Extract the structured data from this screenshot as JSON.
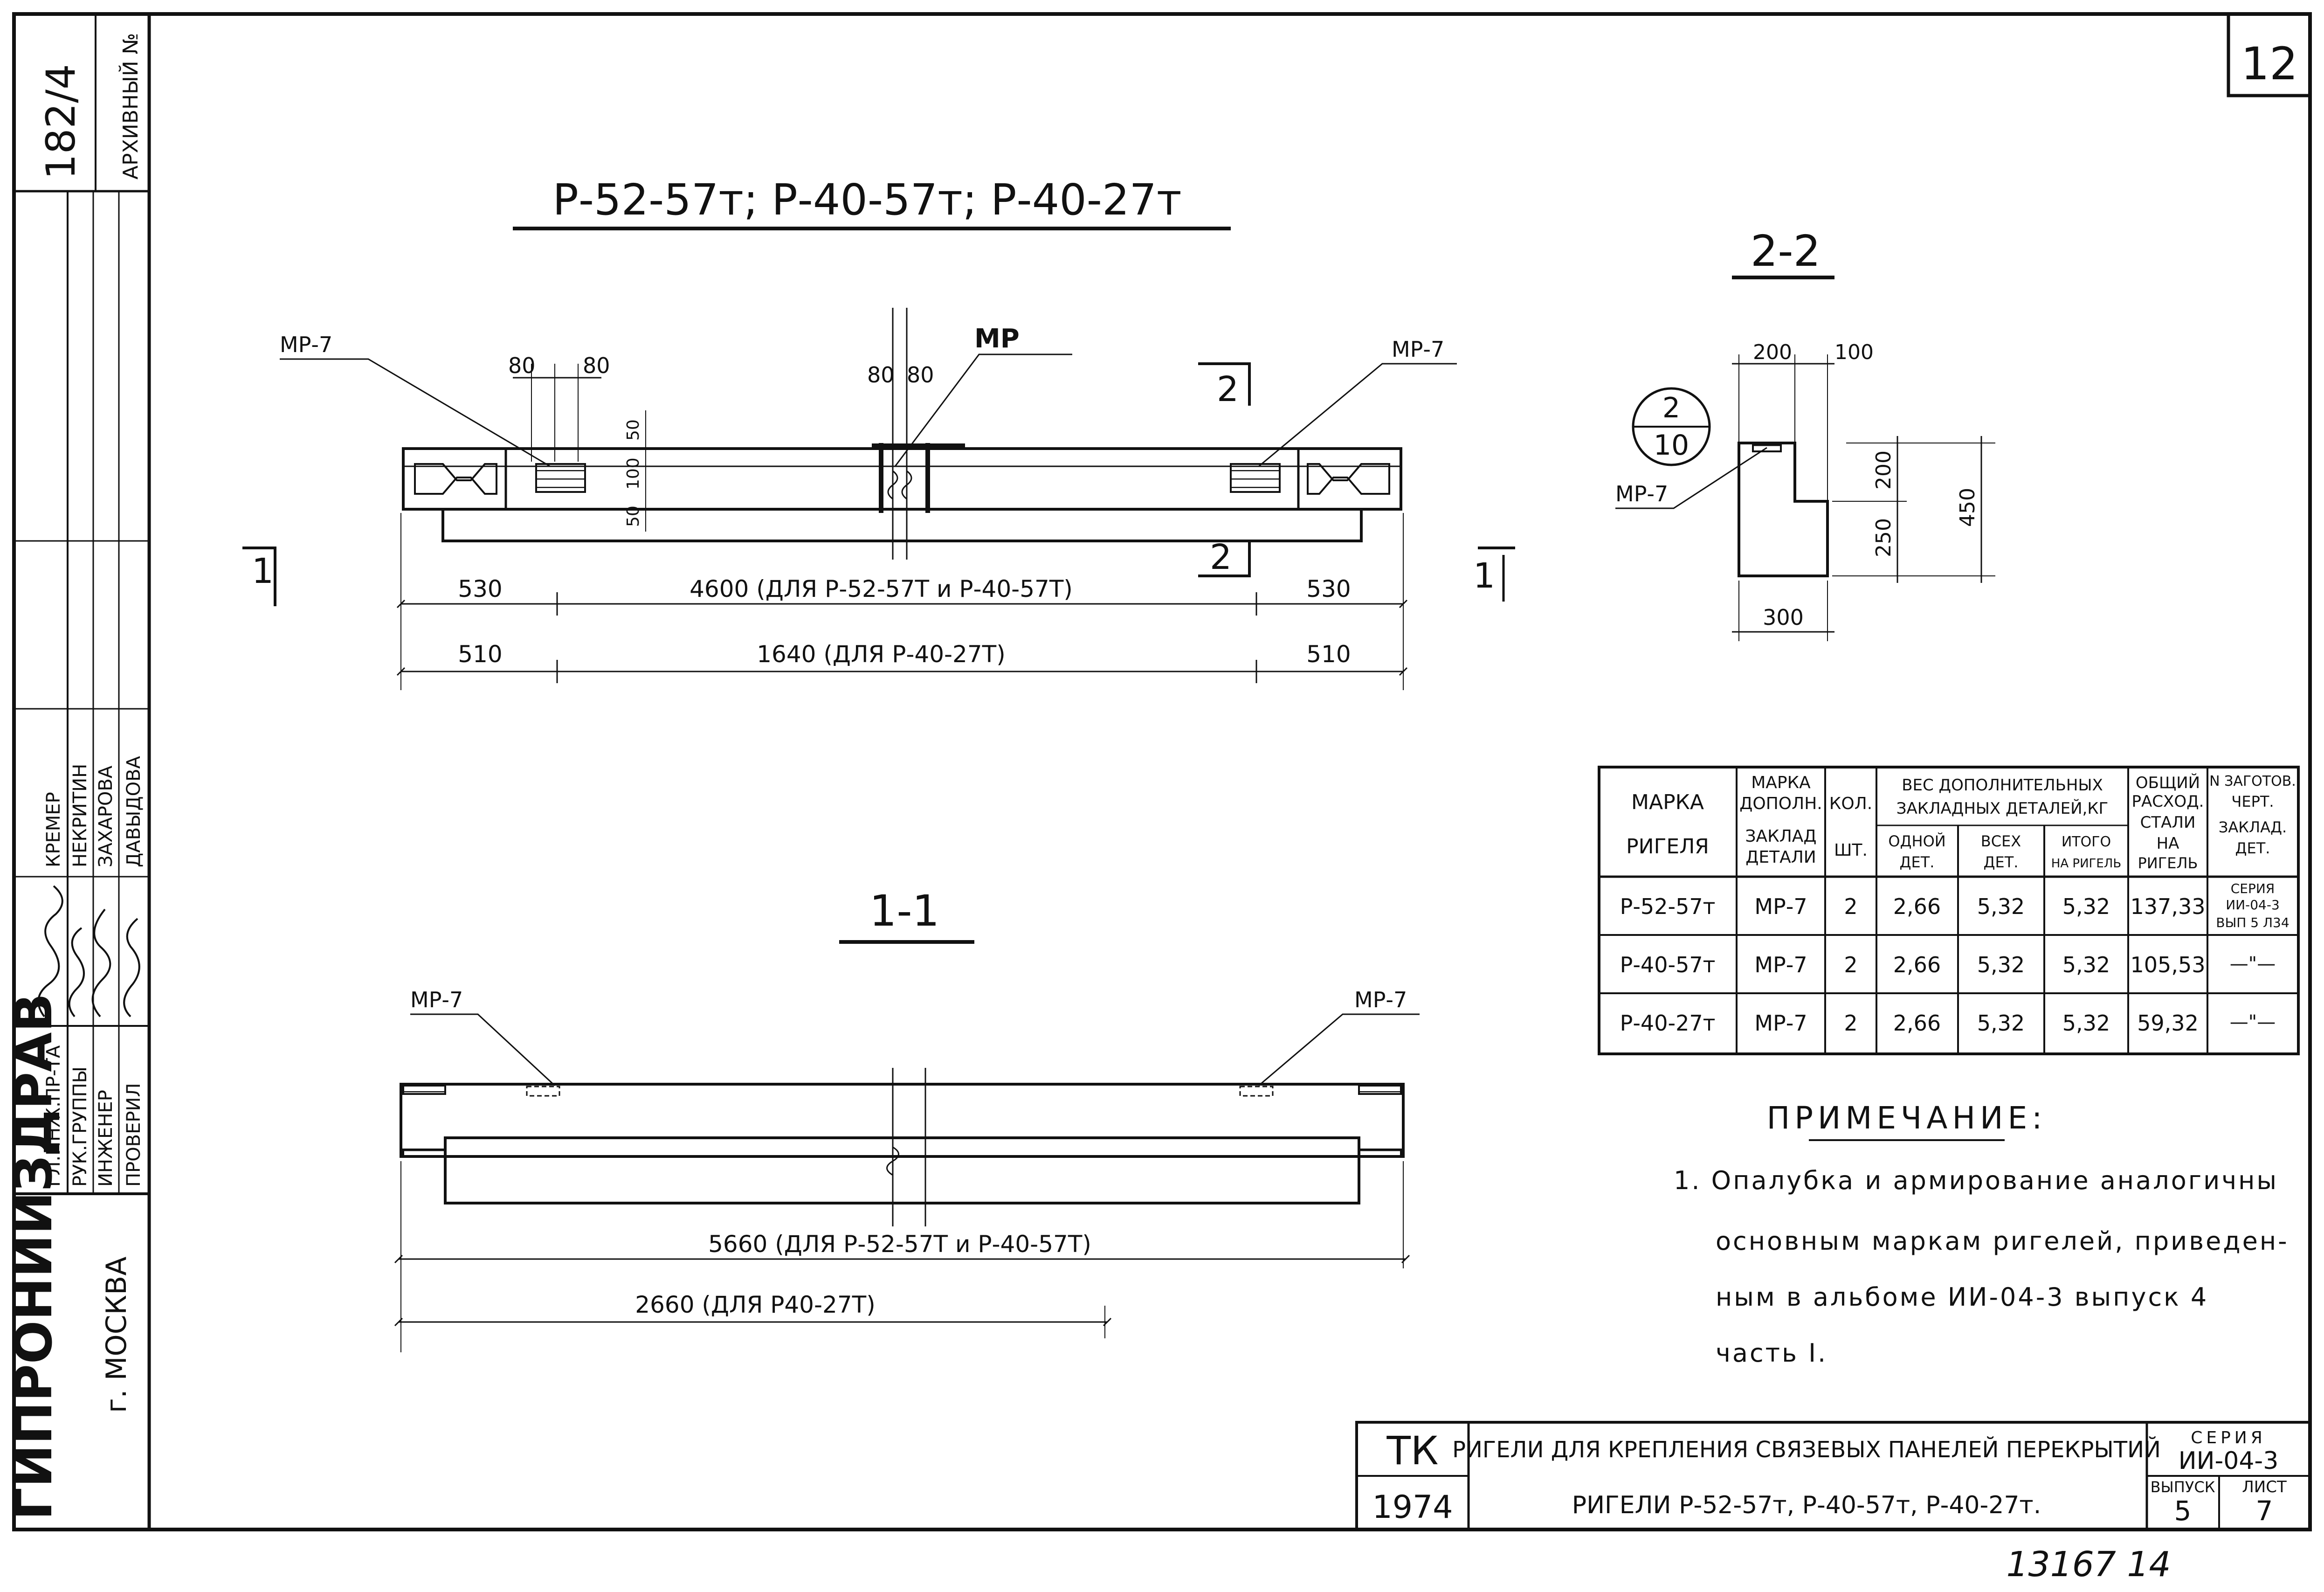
{
  "sheet": {
    "number": "12",
    "archive_no": "182/4",
    "archive_label": "АРХИВНЫЙ №",
    "bottom_note": "13167 14"
  },
  "title_main": "Р-52-57т; Р-40-57т; Р-40-27т",
  "elevation": {
    "labels": {
      "mp7_left": "МР-7",
      "mp7_right": "МР-7",
      "mp_center": "МР",
      "cut1_left": "1",
      "cut1_right": "1",
      "cut2_top": "2",
      "cut2_bottom": "2"
    },
    "dims": {
      "d80a": "80",
      "d80b": "80",
      "d80c": "80",
      "d80d": "80",
      "d50a": "50",
      "d100": "100",
      "d50b": "50",
      "row1_left": "530",
      "row1_mid": "4600 (ДЛЯ Р-52-57Т и Р-40-57Т)",
      "row1_right": "530",
      "row2_left": "510",
      "row2_mid": "1640 (ДЛЯ Р-40-27Т)",
      "row2_right": "510"
    }
  },
  "section22": {
    "title": "2-2",
    "callout_top": "2",
    "callout_bottom": "10",
    "mp7": "МР-7",
    "dim_200_top": "200",
    "dim_100_top": "100",
    "dim_200_side": "200",
    "dim_250": "250",
    "dim_450": "450",
    "dim_300": "300"
  },
  "section11": {
    "title": "1-1",
    "mp7_left": "МР-7",
    "mp7_right": "МР-7",
    "dim_5660": "5660 (ДЛЯ Р-52-57Т и Р-40-57Т)",
    "dim_2660": "2660 (ДЛЯ Р40-27Т)"
  },
  "table": {
    "headers": {
      "marka_1": "МАРКА",
      "marka_2": "РИГЕЛЯ",
      "dop_1": "МАРКА",
      "dop_2": "ДОПОЛН.",
      "dop_3": "ЗАКЛАД",
      "dop_4": "ДЕТАЛИ",
      "kol_1": "КОЛ.",
      "kol_2": "ШТ.",
      "ves_1": "ВЕС ДОПОЛНИТЕЛЬНЫХ",
      "ves_2": "ЗАКЛАДНЫХ ДЕТАЛЕЙ,КГ",
      "odnoy_1": "ОДНОЙ",
      "odnoy_2": "ДЕТ.",
      "vseh_1": "ВСЕХ",
      "vseh_2": "ДЕТ.",
      "itogo_1": "ИТОГО",
      "itogo_2": "НА РИГЕЛЬ",
      "obsh_1": "ОБЩИЙ",
      "obsh_2": "РАСХОД.",
      "obsh_3": "СТАЛИ",
      "obsh_4": "НА",
      "obsh_5": "РИГЕЛЬ",
      "nzag_1": "N ЗАГОТОВ.",
      "nzag_2": "ЧЕРТ.",
      "nzag_3": "ЗАКЛАД.",
      "nzag_4": "ДЕТ."
    },
    "rows": [
      {
        "marka": "Р-52-57т",
        "dop": "МР-7",
        "kol": "2",
        "one": "2,66",
        "all": "5,32",
        "total": "5,32",
        "steel": "137,33",
        "ref_1": "СЕРИЯ",
        "ref_2": "ИИ-04-3",
        "ref_3": "ВЫП 5 Л34"
      },
      {
        "marka": "Р-40-57т",
        "dop": "МР-7",
        "kol": "2",
        "one": "2,66",
        "all": "5,32",
        "total": "5,32",
        "steel": "105,53",
        "ref_1": "—\"—",
        "ref_2": "",
        "ref_3": ""
      },
      {
        "marka": "Р-40-27т",
        "dop": "МР-7",
        "kol": "2",
        "one": "2,66",
        "all": "5,32",
        "total": "5,32",
        "steel": "59,32",
        "ref_1": "—\"—",
        "ref_2": "",
        "ref_3": ""
      }
    ]
  },
  "note": {
    "title": "ПРИМЕЧАНИЕ:",
    "line1": "1. Опалубка и армирование аналогичны",
    "line2": "основным маркам ригелей, приведен-",
    "line3": "ным в альбоме ИИ-04-3 выпуск 4",
    "line4": "часть I."
  },
  "stamp": {
    "tk": "ТК",
    "year": "1974",
    "title1": "РИГЕЛИ ДЛЯ КРЕПЛЕНИЯ СВЯЗЕВЫХ ПАНЕЛЕЙ ПЕРЕКРЫТИЙ",
    "title2": "РИГЕЛИ Р-52-57т, Р-40-57т, Р-40-27т.",
    "seria_label": "СЕРИЯ",
    "seria_value": "ИИ-04-3",
    "vypusk_label": "ВЫПУСК",
    "vypusk_value": "5",
    "list_label": "ЛИСТ",
    "list_value": "7"
  },
  "side_stamp": {
    "org": "ГИПРОНИИЗДРАВ",
    "city": "г. МОСКВА",
    "roles": [
      "ГЛ.ИНЖ.ПР-ТА",
      "РУК.ГРУППЫ",
      "ИНЖЕНЕР",
      "ПРОВЕРИЛ"
    ],
    "names": [
      "КРЕМЕР",
      "НЕКРИТИН",
      "ЗАХАРОВА",
      "ДАВЫДОВА"
    ]
  }
}
